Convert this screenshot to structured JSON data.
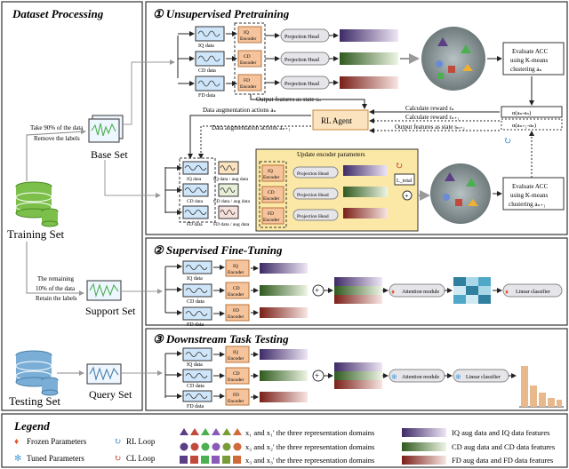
{
  "sections": {
    "left_title": "Dataset Processing",
    "unsup_title": "① Unsupervised Pretraining",
    "sup_title": "② Supervised Fine-Tuning",
    "test_title": "③ Downstream Task Testing",
    "legend_title": "Legend"
  },
  "datasets": {
    "training": "Training Set",
    "testing": "Testing Set",
    "base": "Base Set",
    "support": "Support Set",
    "query": "Query Set",
    "take_90_line1": "Take 90% of the data",
    "take_90_line2": "Remove the labels",
    "remaining_line1": "The remaining",
    "remaining_line2": "10% of the data",
    "remaining_line3": "Retain the labels"
  },
  "pretraining": {
    "iq_data": "IQ data",
    "cd_data": "CD data",
    "fd_data": "FD data",
    "iq_encoder_a": "IQ",
    "cd_encoder_a": "CD",
    "fd_encoder_a": "FD",
    "encoder_b": "Encoder",
    "projection_head": "Projection Head",
    "output_state": "Output features as state sₙ",
    "aug_action_1": "Data augmentation actions aₙ",
    "aug_action_2": "Data augmentation actions aₙ₊₁",
    "rl_agent": "RL Agent",
    "reward_1": "Calculate reward rₙ",
    "reward_2": "Calculate reward rₙ₊₁",
    "state_next": "Output features as state sₙ₊₁",
    "alpha_formula_1": "α(aₙ-aₙ)",
    "alpha_formula_2": "α(aₙ₊₁-aₙ)",
    "eval_1_line1": "Evaluate ACC",
    "eval_1_line2": "using K-means",
    "eval_1_line3": "clustering aₙ",
    "eval_2_line1": "Evaluate ACC",
    "eval_2_line2": "using K-means",
    "eval_2_line3": "clustering aₙ₊₁",
    "update_encoder": "Update encoder parameters",
    "loss_label": "L_total",
    "iq_aug": "IQ data / aug data",
    "cd_aug": "CD data / aug data",
    "fd_aug": "FD data / aug data"
  },
  "finetune": {
    "iq_data": "IQ data",
    "cd_data": "CD data",
    "fd_data": "FD data",
    "attention": "Attention module",
    "linear": "Linear classifier"
  },
  "testing": {
    "iq_data": "IQ data",
    "cd_data": "CD data",
    "fd_data": "FD data",
    "attention": "Attention module",
    "linear": "Linear classifier"
  },
  "legend": {
    "frozen": "Frozen Parameters",
    "tuned": "Tuned Parameters",
    "rl_loop": "RL Loop",
    "cl_loop": "CL Loop",
    "x1_desc": "x₁ and x₁' the three representation domains",
    "x2_desc": "x₂ and x₂' the three representation domains",
    "x3_desc": "x₃ and x₃' the three representation domains",
    "iq_feat": "IQ aug data and IQ data features",
    "cd_feat": "CD aug data and CD data features",
    "fd_feat": "FD aug data and FD data features"
  },
  "colors": {
    "iq_purple": "#5b3f86",
    "cd_green": "#3e6a2a",
    "fd_red": "#8a2a22",
    "encoder_orange": "#f6c49c",
    "yellow_box": "#fbe8a6",
    "rl_agent_bg": "#fbe3bf",
    "dataset_green": "#7cc04b",
    "dataset_blue": "#7aaed6"
  }
}
